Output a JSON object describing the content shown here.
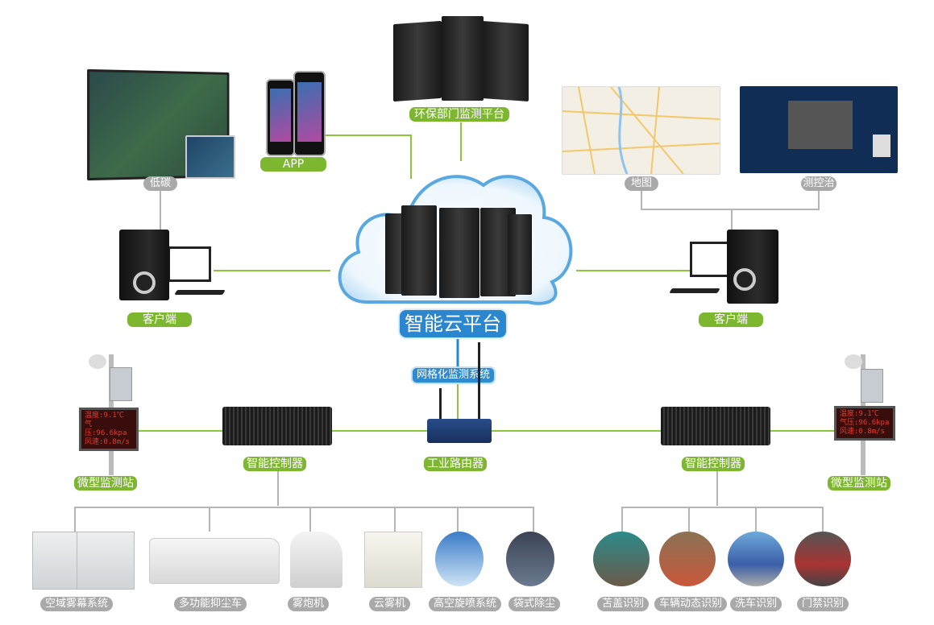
{
  "top": {
    "env_platform": "环保部门监测平台",
    "app": "APP",
    "low_carbon": "低碳",
    "map": "地图",
    "monitor_console": "测控治"
  },
  "center": {
    "cloud_platform": "智能云平台",
    "grid_system": "网格化监测系统"
  },
  "clients": {
    "left": "客户端",
    "right": "客户端"
  },
  "network": {
    "left_controller": "智能控制器",
    "router": "工业路由器",
    "right_controller": "智能控制器",
    "left_station": "微型监测站",
    "right_station": "微型监测站"
  },
  "led_display": {
    "line1_label": "温度",
    "line1_value": ":9.1℃",
    "line2_label": "气压",
    "line2_value": ":96.6kpa",
    "line3_label": "风速",
    "line3_value": ":0.8m/s"
  },
  "left_devices": [
    {
      "label": "空域雾幕系统"
    },
    {
      "label": "多功能抑尘车"
    },
    {
      "label": "雾炮机"
    },
    {
      "label": "云雾机"
    },
    {
      "label": "高空旋喷系统"
    },
    {
      "label": "袋式除尘"
    }
  ],
  "right_devices": [
    {
      "label": "苫盖识别"
    },
    {
      "label": "车辆动态识别"
    },
    {
      "label": "洗车识别"
    },
    {
      "label": "门禁识别"
    }
  ],
  "colors": {
    "green": "#7db72f",
    "gray": "#a9a9a9",
    "blue": "#2a86cf"
  }
}
